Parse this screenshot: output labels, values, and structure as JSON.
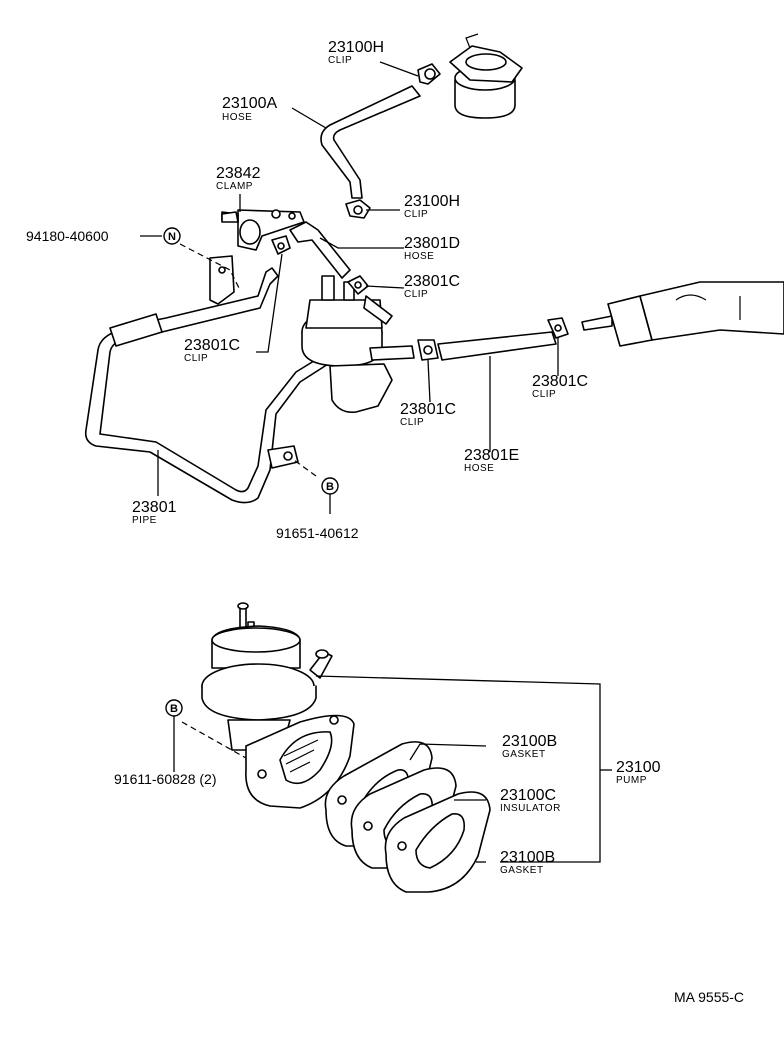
{
  "callouts": [
    {
      "id": "clip-23100h-top",
      "number": "23100H",
      "desc": "CLIP"
    },
    {
      "id": "hose-23100a",
      "number": "23100A",
      "desc": "HOSE"
    },
    {
      "id": "clamp-23842",
      "number": "23842",
      "desc": "CLAMP"
    },
    {
      "id": "clip-23100h-mid",
      "number": "23100H",
      "desc": "CLIP"
    },
    {
      "id": "hose-23801d",
      "number": "23801D",
      "desc": "HOSE"
    },
    {
      "id": "clip-23801c-upper",
      "number": "23801C",
      "desc": "CLIP"
    },
    {
      "id": "clip-23801c-left",
      "number": "23801C",
      "desc": "CLIP"
    },
    {
      "id": "clip-23801c-right",
      "number": "23801C",
      "desc": "CLIP"
    },
    {
      "id": "clip-23801c-center",
      "number": "23801C",
      "desc": "CLIP"
    },
    {
      "id": "hose-23801e",
      "number": "23801E",
      "desc": "HOSE"
    },
    {
      "id": "pipe-23801",
      "number": "23801",
      "desc": "PIPE"
    },
    {
      "id": "gasket-23100b-top",
      "number": "23100B",
      "desc": "GASKET"
    },
    {
      "id": "pump-23100",
      "number": "23100",
      "desc": "PUMP"
    },
    {
      "id": "insulator-23100c",
      "number": "23100C",
      "desc": "INSULATOR"
    },
    {
      "id": "gasket-23100b-bottom",
      "number": "23100B",
      "desc": "GASKET"
    }
  ],
  "fasteners": [
    {
      "id": "bolt-94180",
      "number": "94180-40600",
      "marker": "N"
    },
    {
      "id": "bolt-91651",
      "number": "91651-40612",
      "marker": "B"
    },
    {
      "id": "bolt-91611",
      "number": "91611-60828 (2)",
      "marker": "B"
    }
  ],
  "footer": {
    "code": "MA 9555-C"
  }
}
